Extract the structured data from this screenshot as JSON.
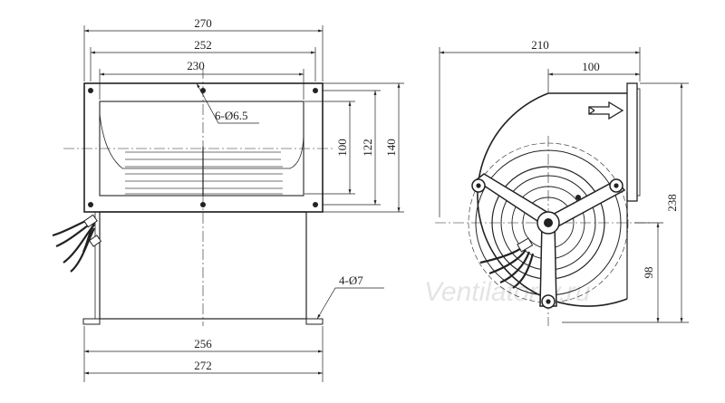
{
  "front_view": {
    "dims": {
      "overall_width": "270",
      "flange_width": "252",
      "hole_spacing": "230",
      "mount_holes": "6-Ø6.5",
      "outlet_height": "100",
      "flange_inner_height": "122",
      "flange_height": "140",
      "base_holes": "4-Ø7",
      "base_inner": "256",
      "base_overall": "272"
    }
  },
  "side_view": {
    "dims": {
      "overall_depth": "210",
      "flange_offset": "100",
      "overall_height": "238",
      "axis_height": "98"
    }
  },
  "watermark": "Ventilatorry.ru",
  "colors": {
    "line": "#222222",
    "hatch": "#555555",
    "watermark": "#e4e4e4"
  }
}
